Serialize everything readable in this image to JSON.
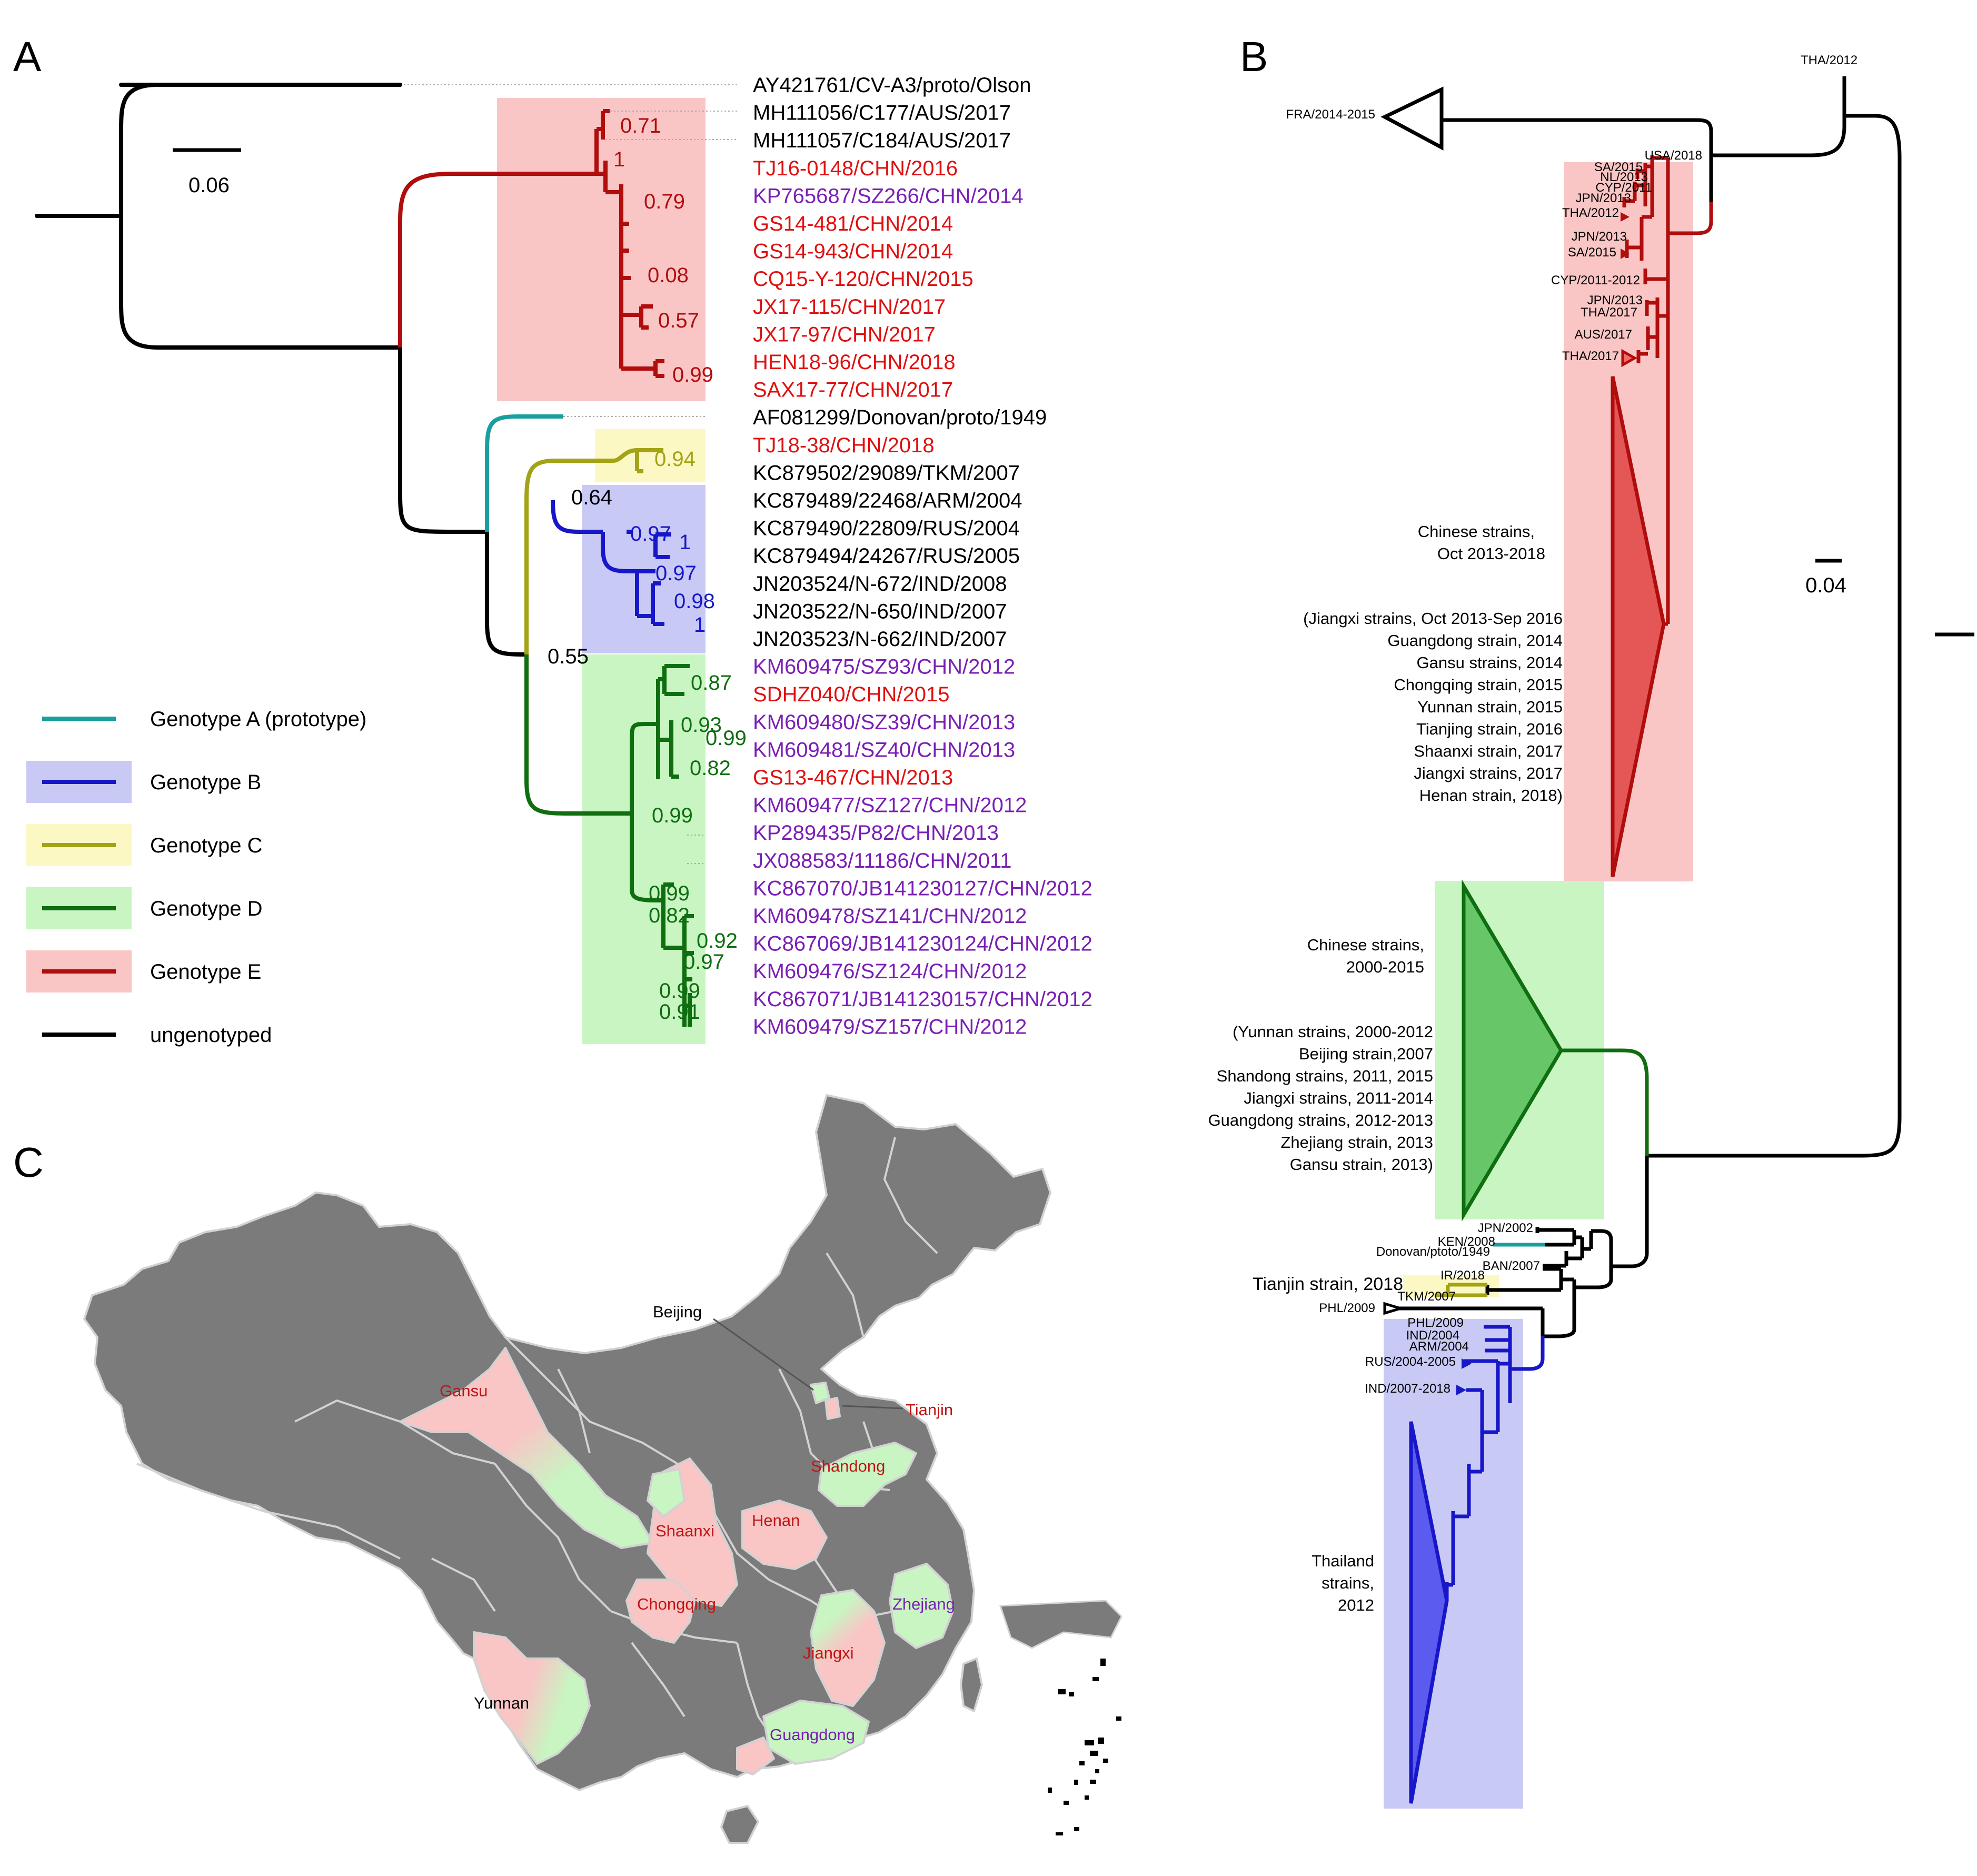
{
  "colors": {
    "black": "#000000",
    "genotype_a": "#1a9fa0",
    "genotype_b": "#1717c9",
    "genotype_c": "#a3a316",
    "genotype_d": "#0f6e0f",
    "genotype_e": "#b00d0d",
    "label_red": "#e01010",
    "label_purple": "#7a1fb5",
    "fill_red": "#f9c5c5",
    "fill_green": "#c8f5c2",
    "fill_blue": "#c9c9f6",
    "fill_yellow": "#fbf8c3",
    "map_gray": "#7b7b7b",
    "map_border": "#d2d2d2"
  },
  "panel_a": {
    "letter": "A",
    "scale_label": "0.06",
    "legend": [
      {
        "label": "Genotype A (prototype)",
        "color": "#1a9fa0",
        "fill": ""
      },
      {
        "label": "Genotype B",
        "color": "#1717c9",
        "fill": "#c9c9f6"
      },
      {
        "label": "Genotype C",
        "color": "#a3a316",
        "fill": "#fbf8c3"
      },
      {
        "label": "Genotype D",
        "color": "#0f6e0f",
        "fill": "#c8f5c2"
      },
      {
        "label": "Genotype E",
        "color": "#b00d0d",
        "fill": "#f9c5c5"
      },
      {
        "label": "ungenotyped",
        "color": "#000000",
        "fill": ""
      }
    ],
    "taxa": [
      {
        "label": "AY421761/CV-A3/proto/Olson",
        "color": "black"
      },
      {
        "label": "MH111056/C177/AUS/2017",
        "color": "black"
      },
      {
        "label": "MH111057/C184/AUS/2017",
        "color": "black"
      },
      {
        "label": "TJ16-0148/CHN/2016",
        "color": "red"
      },
      {
        "label": "KP765687/SZ266/CHN/2014",
        "color": "purple"
      },
      {
        "label": "GS14-481/CHN/2014",
        "color": "red"
      },
      {
        "label": "GS14-943/CHN/2014",
        "color": "red"
      },
      {
        "label": "CQ15-Y-120/CHN/2015",
        "color": "red"
      },
      {
        "label": "JX17-115/CHN/2017",
        "color": "red"
      },
      {
        "label": "JX17-97/CHN/2017",
        "color": "red"
      },
      {
        "label": "HEN18-96/CHN/2018",
        "color": "red"
      },
      {
        "label": "SAX17-77/CHN/2017",
        "color": "red"
      },
      {
        "label": "AF081299/Donovan/proto/1949",
        "color": "black"
      },
      {
        "label": "TJ18-38/CHN/2018",
        "color": "red"
      },
      {
        "label": "KC879502/29089/TKM/2007",
        "color": "black"
      },
      {
        "label": "KC879489/22468/ARM/2004",
        "color": "black"
      },
      {
        "label": "KC879490/22809/RUS/2004",
        "color": "black"
      },
      {
        "label": "KC879494/24267/RUS/2005",
        "color": "black"
      },
      {
        "label": "JN203524/N-672/IND/2008",
        "color": "black"
      },
      {
        "label": "JN203522/N-650/IND/2007",
        "color": "black"
      },
      {
        "label": "JN203523/N-662/IND/2007",
        "color": "black"
      },
      {
        "label": "KM609475/SZ93/CHN/2012",
        "color": "purple"
      },
      {
        "label": "SDHZ040/CHN/2015",
        "color": "red"
      },
      {
        "label": "KM609480/SZ39/CHN/2013",
        "color": "purple"
      },
      {
        "label": "KM609481/SZ40/CHN/2013",
        "color": "purple"
      },
      {
        "label": "GS13-467/CHN/2013",
        "color": "red"
      },
      {
        "label": "KM609477/SZ127/CHN/2012",
        "color": "purple"
      },
      {
        "label": "KP289435/P82/CHN/2013",
        "color": "purple"
      },
      {
        "label": "JX088583/11186/CHN/2011",
        "color": "purple"
      },
      {
        "label": "KC867070/JB141230127/CHN/2012",
        "color": "purple"
      },
      {
        "label": "KM609478/SZ141/CHN/2012",
        "color": "purple"
      },
      {
        "label": "KC867069/JB141230124/CHN/2012",
        "color": "purple"
      },
      {
        "label": "KM609476/SZ124/CHN/2012",
        "color": "purple"
      },
      {
        "label": "KC867071/JB141230157/CHN/2012",
        "color": "purple"
      },
      {
        "label": "KM609479/SZ157/CHN/2012",
        "color": "purple"
      }
    ],
    "supports": [
      "0.71",
      "1",
      "0.79",
      "0.08",
      "0.57",
      "0.99",
      "0.94",
      "0.64",
      "0.97",
      "1",
      "0.97",
      "0.98",
      "1",
      "0.55",
      "0.87",
      "0.93",
      "0.99",
      "0.82",
      "0.99",
      "0.99",
      "0.82",
      "0.92",
      "0.97",
      "0.99",
      "0.91"
    ]
  },
  "panel_b": {
    "letter": "B",
    "scale_label": "0.04",
    "tips": [
      "THA/2012",
      "FRA/2014-2015",
      "USA/2018",
      "SA/2015",
      "NL/2013",
      "CYP/2011",
      "JPN/2013",
      "THA/2012",
      "JPN/2013",
      "SA/2015",
      "CYP/2011-2012",
      "JPN/2013",
      "THA/2017",
      "AUS/2017",
      "THA/2017",
      "JPN/2002",
      "KEN/2008",
      "Donovan/ptoto/1949",
      "BAN/2007",
      "IR/2018",
      "Tianjin strain, 2018",
      "TKM/2007",
      "PHL/2009",
      "PHL/2009",
      "IND/2004",
      "ARM/2004",
      "RUS/2004-2005",
      "IND/2007-2018"
    ],
    "red_title": [
      "Chinese strains,",
      "Oct 2013-2018"
    ],
    "red_list": [
      "(Jiangxi strains, Oct 2013-Sep 2016",
      "Guangdong strain, 2014",
      "Gansu strains, 2014",
      "Chongqing strain, 2015",
      "Yunnan strain, 2015",
      "Tianjing strain, 2016",
      "Shaanxi strain, 2017",
      "Jiangxi strains, 2017",
      "Henan strain, 2018)"
    ],
    "green_title": [
      "Chinese strains,",
      "2000-2015"
    ],
    "green_list": [
      "(Yunnan strains, 2000-2012",
      "Beijing strain,2007",
      "Shandong strains, 2011, 2015",
      "Jiangxi strains, 2011-2014",
      "Guangdong strains, 2012-2013",
      "Zhejiang strain, 2013",
      "Gansu strain, 2013)"
    ],
    "blue_title": [
      "Thailand",
      "strains,",
      "2012"
    ]
  },
  "panel_c": {
    "letter": "C",
    "provinces": [
      {
        "name": "Beijing",
        "color": "#000000"
      },
      {
        "name": "Tianjin",
        "color": "#c01515"
      },
      {
        "name": "Gansu",
        "color": "#c01515"
      },
      {
        "name": "Shandong",
        "color": "#c01515"
      },
      {
        "name": "Henan",
        "color": "#c01515"
      },
      {
        "name": "Shaanxi",
        "color": "#c01515"
      },
      {
        "name": "Chongqing",
        "color": "#c01515"
      },
      {
        "name": "Zhejiang",
        "color": "#7a1fb5"
      },
      {
        "name": "Jiangxi",
        "color": "#c01515"
      },
      {
        "name": "Yunnan",
        "color": "#000000"
      },
      {
        "name": "Guangdong",
        "color": "#7a1fb5"
      }
    ]
  }
}
